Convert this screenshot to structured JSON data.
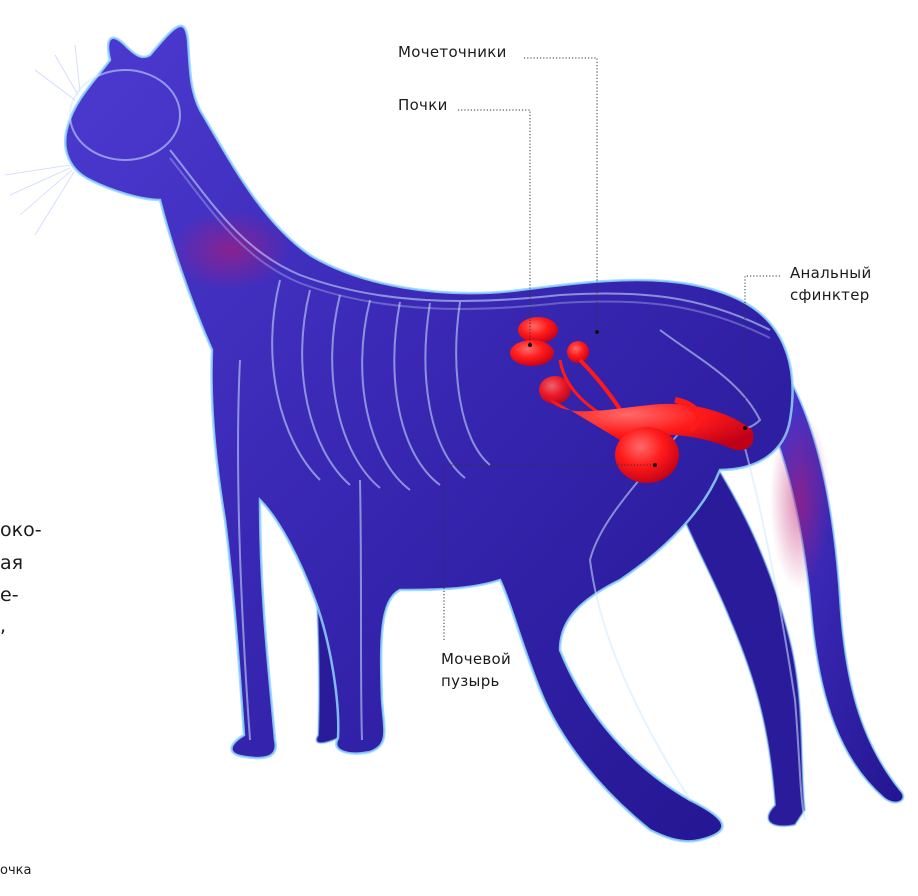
{
  "labels": {
    "ureters": "Мочеточники",
    "kidneys": "Почки",
    "anal_sphincter": "Анальный\nсфинктер",
    "bladder": "Мочевой\nпузырь"
  },
  "cut_text": {
    "line1": "око-",
    "line2": "ая",
    "line3": "е-",
    "line4": ",",
    "bottom": "очка"
  },
  "colors": {
    "background": "#ffffff",
    "body": "#3a2bb8",
    "body_dark": "#1e127a",
    "glow": "#8fd6ff",
    "bone": "#cfe9ff",
    "organ": "#ff1a1a",
    "organ_dark": "#c00018",
    "leader": "#333333"
  }
}
